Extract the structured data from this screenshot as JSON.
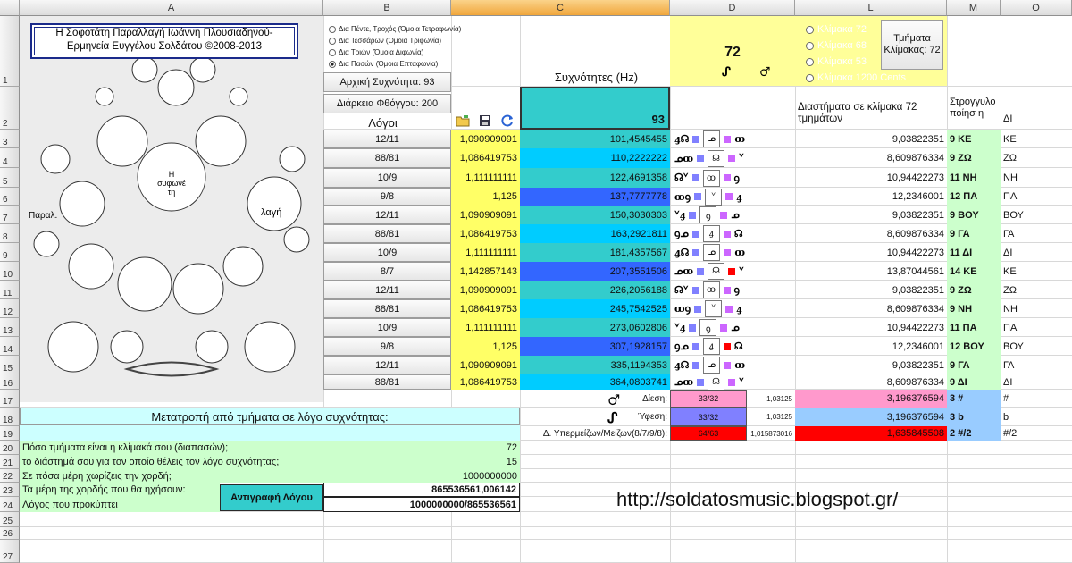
{
  "columns": {
    "a": "A",
    "b": "B",
    "c": "C",
    "d": "D",
    "l": "L",
    "m": "M",
    "o": "O"
  },
  "row_numbers": [
    "1",
    "2",
    "3",
    "4",
    "5",
    "6",
    "7",
    "8",
    "9",
    "10",
    "11",
    "12",
    "13",
    "14",
    "15",
    "16",
    "17",
    "18",
    "19",
    "20",
    "21",
    "22",
    "23",
    "24",
    "25",
    "26",
    "27"
  ],
  "title_box": {
    "line1": "Η Σοφοτάτη Παραλλαγή Ιωάννη Πλουσιαδηνού-",
    "line2": "Ερμηνεία Ευγγέλου Σολδάτου ©2008-2013"
  },
  "diagram_labels": {
    "left": "Παραλ.",
    "center": "Η συφωνέ τη",
    "right": "λαγή"
  },
  "radio_options": [
    {
      "label": "Δια Πέντε, Τροχός (Όμοια Τετραφωνία)",
      "selected": false
    },
    {
      "label": "Δια Τεσσάρων (Όμοια Τριφωνία)",
      "selected": false
    },
    {
      "label": "Δια Τριών (Όμοια Διφωνία)",
      "selected": false
    },
    {
      "label": "Δια Πασών (Όμοια Επταφωνία)",
      "selected": true
    }
  ],
  "initial_freq_label": "Αρχική Συχνότητα: 93",
  "duration_label": "Διάρκεια Φθόγγου: 200",
  "frequencies_header": "Συχνότητες (Hz)",
  "ratios_header": "Λόγοι",
  "base_frequency": "93",
  "scale_72": "72",
  "scale_options": [
    {
      "label": "Κλίμακα 72",
      "selected": false
    },
    {
      "label": "Κλίμακα 68",
      "selected": false
    },
    {
      "label": "Κλίμακα 53",
      "selected": false
    },
    {
      "label": "Κλίμακα 1200 Cents",
      "selected": false
    }
  ],
  "scale_parts_button": "Τμήματα Κλίμακας: 72",
  "intervals_header": "Διαστήματα σε κλίμακα 72 τμημάτων",
  "round_header": "Στρογγυλοποίησ η",
  "di_header": "ΔΙ",
  "rows": [
    {
      "ratio": "12/11",
      "decimal": "1,090909091",
      "freq": "101,4545455",
      "interval": "9,03822351",
      "rounded": "9 ΚΕ",
      "note": "ΚΕ",
      "color": "#33cccc"
    },
    {
      "ratio": "88/81",
      "decimal": "1,086419753",
      "freq": "110,2222222",
      "interval": "8,609876334",
      "rounded": "9 ΖΩ",
      "note": "ΖΩ",
      "color": "#00ccff"
    },
    {
      "ratio": "10/9",
      "decimal": "1,111111111",
      "freq": "122,4691358",
      "interval": "10,94422273",
      "rounded": "11 ΝΗ",
      "note": "ΝΗ",
      "color": "#33cccc"
    },
    {
      "ratio": "9/8",
      "decimal": "1,125",
      "freq": "137,7777778",
      "interval": "12,2346001",
      "rounded": "12 ΠΑ",
      "note": "ΠΑ",
      "color": "#3366ff"
    },
    {
      "ratio": "12/11",
      "decimal": "1,090909091",
      "freq": "150,3030303",
      "interval": "9,03822351",
      "rounded": "9 ΒΟΥ",
      "note": "ΒΟΥ",
      "color": "#33cccc"
    },
    {
      "ratio": "88/81",
      "decimal": "1,086419753",
      "freq": "163,2921811",
      "interval": "8,609876334",
      "rounded": "9 ΓΑ",
      "note": "ΓΑ",
      "color": "#00ccff"
    },
    {
      "ratio": "10/9",
      "decimal": "1,111111111",
      "freq": "181,4357567",
      "interval": "10,94422273",
      "rounded": "11 ΔΙ",
      "note": "ΔΙ",
      "color": "#33cccc"
    },
    {
      "ratio": "8/7",
      "decimal": "1,142857143",
      "freq": "207,3551506",
      "interval": "13,87044561",
      "rounded": "14 ΚΕ",
      "note": "ΚΕ",
      "color": "#3366ff"
    },
    {
      "ratio": "12/11",
      "decimal": "1,090909091",
      "freq": "226,2056188",
      "interval": "9,03822351",
      "rounded": "9 ΖΩ",
      "note": "ΖΩ",
      "color": "#33cccc"
    },
    {
      "ratio": "88/81",
      "decimal": "1,086419753",
      "freq": "245,7542525",
      "interval": "8,609876334",
      "rounded": "9 ΝΗ",
      "note": "ΝΗ",
      "color": "#00ccff"
    },
    {
      "ratio": "10/9",
      "decimal": "1,111111111",
      "freq": "273,0602806",
      "interval": "10,94422273",
      "rounded": "11 ΠΑ",
      "note": "ΠΑ",
      "color": "#33cccc"
    },
    {
      "ratio": "9/8",
      "decimal": "1,125",
      "freq": "307,1928157",
      "interval": "12,2346001",
      "rounded": "12 ΒΟΥ",
      "note": "ΒΟΥ",
      "color": "#3366ff"
    },
    {
      "ratio": "12/11",
      "decimal": "1,090909091",
      "freq": "335,1194353",
      "interval": "9,03822351",
      "rounded": "9 ΓΑ",
      "note": "ΓΑ",
      "color": "#33cccc"
    },
    {
      "ratio": "88/81",
      "decimal": "1,086419753",
      "freq": "364,0803741",
      "interval": "8,609876334",
      "rounded": "9 ΔΙ",
      "note": "ΔΙ",
      "color": "#00ccff"
    }
  ],
  "accidentals": [
    {
      "label": "Δίεση:",
      "ratio": "33/32",
      "decimal": "1,03125",
      "value": "3,196376594",
      "rounded": "3 #",
      "note": "#",
      "ratio_color": "#ff99cc",
      "row_color": "#ff99cc",
      "round_color": "#99ccff"
    },
    {
      "label": "Ύφεση:",
      "ratio": "33/32",
      "decimal": "1,03125",
      "value": "3,196376594",
      "rounded": "3 b",
      "note": "b",
      "ratio_color": "#8080ff",
      "row_color": "#99ccff",
      "round_color": "#99ccff"
    },
    {
      "label": "Δ. Υπερμείζων/Μείζων(8/7/9/8):",
      "ratio": "64/63",
      "decimal": "1,015873016",
      "value": "1,635845508",
      "rounded": "2 #/2",
      "note": "#/2",
      "ratio_color": "#ff0000",
      "row_color": "#ff0000",
      "round_color": "#99ccff"
    }
  ],
  "conversion_title": "Μετατροπή από τμήματα σε λόγο συχνότητας:",
  "conversion_rows": [
    {
      "label": "Πόσα τμήματα είναι η κλίμακά σου (διαπασών);",
      "value": "72"
    },
    {
      "label": "το διάστημά σου για τον οποίο θέλεις τον λόγο συχνότητας;",
      "value": "15"
    },
    {
      "label": "Σε πόσα μέρη χωρίζεις την χορδή;",
      "value": "1000000000"
    },
    {
      "label": "Τα μέρη της χορδής που θα ηχήσουν:",
      "value": "865536561,006142"
    },
    {
      "label": "Λόγος που προκύπτει",
      "value": "1000000000/865536561"
    }
  ],
  "copy_button": "Αντιγραφή Λόγου",
  "url": "http://soldatosmusic.blogspot.gr/",
  "colors": {
    "yellow": "#ffff99",
    "light_yellow": "#ffff66",
    "light_green": "#ccffcc",
    "pale_cyan": "#ccffff",
    "cyan": "#33cccc",
    "header_cyan": "#33cccc"
  },
  "icons": [
    "open-folder-icon",
    "save-disk-icon",
    "refresh-icon",
    "sharp-sign-icon",
    "flat-sign-icon"
  ]
}
